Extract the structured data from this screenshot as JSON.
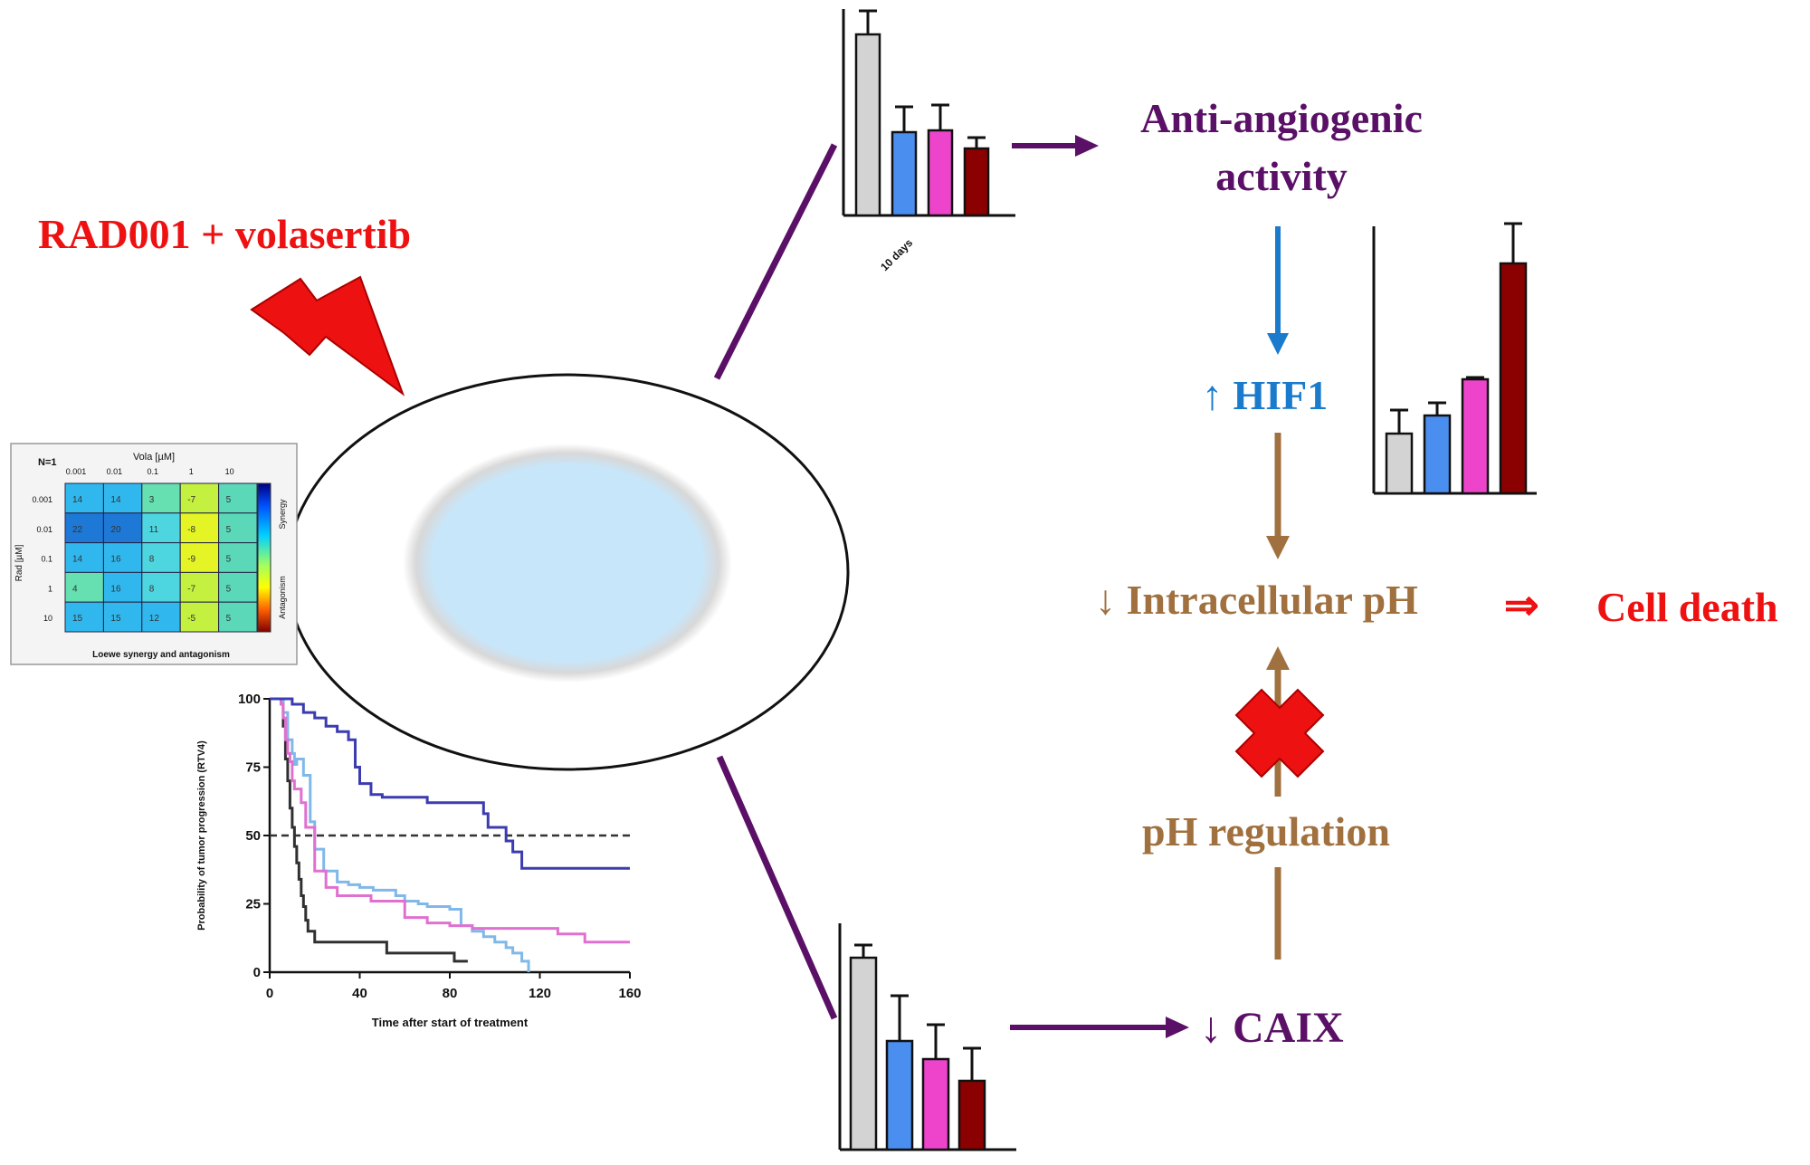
{
  "labels": {
    "treatment": "RAD001 + volasertib",
    "anti_line1": "Anti-angiogenic",
    "anti_line2": "activity",
    "hif": "↑ HIF1",
    "intracellular": "↓ Intracellular pH",
    "implies": "⇒",
    "cell_death": "Cell death",
    "ph_regulation": "pH regulation",
    "caix": "↓ CAIX"
  },
  "colors": {
    "red": "#ee1111",
    "purple": "#5a1066",
    "blue": "#1a7acc",
    "brown": "#a0703e",
    "bar_gray": "#d3d3d3",
    "bar_blue": "#4a8ff0",
    "bar_pink": "#ee44cc",
    "bar_darkred": "#8b0000"
  },
  "icons": {
    "lightning": "lightning-bolt-icon",
    "cross": "red-cross-icon"
  },
  "top_bars": {
    "values": [
      100,
      46,
      47,
      37
    ],
    "errors": [
      13,
      14,
      14,
      6
    ],
    "tick_label": "10 days"
  },
  "hif_bars": {
    "values": [
      33,
      43,
      63,
      127
    ],
    "errors": [
      13,
      7,
      1,
      22
    ]
  },
  "caix_bars": {
    "values": [
      106,
      60,
      50,
      38
    ],
    "errors": [
      7,
      25,
      19,
      18
    ]
  },
  "heatmap": {
    "n_label": "N=1",
    "x_title": "Vola [µM]",
    "x_ticks": [
      "0.001",
      "0.01",
      "0.1",
      "1",
      "10"
    ],
    "y_title": "Rad [µM]",
    "y_ticks": [
      "0.001",
      "0.01",
      "0.1",
      "1",
      "10"
    ],
    "values": [
      [
        14,
        14,
        3,
        -7,
        5
      ],
      [
        22,
        20,
        11,
        -8,
        5
      ],
      [
        14,
        16,
        8,
        -9,
        5
      ],
      [
        4,
        16,
        8,
        -7,
        5
      ],
      [
        15,
        15,
        12,
        -5,
        5
      ]
    ],
    "legend_top": "Synergy",
    "legend_bottom": "Antagonism",
    "caption": "Loewe synergy and antagonism"
  },
  "chart_data": {
    "type": "line",
    "title": "",
    "xlabel": "Time after start of treatment",
    "ylabel": "Probability of tumor progression (RTV4)",
    "xlim": [
      0,
      160
    ],
    "ylim": [
      0,
      100
    ],
    "x_ticks": [
      0,
      40,
      80,
      120,
      160
    ],
    "y_ticks": [
      0,
      25,
      50,
      75,
      100
    ],
    "reference_line_y": 50,
    "series": [
      {
        "color": "#303030",
        "x": [
          0,
          5,
          6,
          7,
          8,
          9,
          10,
          11,
          12,
          13,
          14,
          15,
          16,
          17,
          20,
          25,
          30,
          40,
          48,
          52,
          65,
          70,
          78,
          82,
          85,
          88
        ],
        "y": [
          100,
          100,
          90,
          78,
          70,
          60,
          53,
          46,
          40,
          34,
          28,
          24,
          19,
          15,
          11,
          11,
          11,
          11,
          11,
          7,
          7,
          7,
          7,
          4,
          4,
          4
        ]
      },
      {
        "color": "#80b8e8",
        "x": [
          0,
          4,
          6,
          8,
          10,
          11,
          12,
          15,
          18,
          20,
          24,
          30,
          35,
          40,
          46,
          50,
          56,
          60,
          66,
          70,
          80,
          85,
          90,
          95,
          100,
          105,
          108,
          112,
          115
        ],
        "y": [
          100,
          100,
          95,
          85,
          80,
          76,
          78,
          72,
          55,
          45,
          37,
          33,
          32,
          31,
          30,
          30,
          28,
          26,
          25,
          24,
          23,
          17,
          15,
          13,
          11,
          9,
          7,
          4,
          0
        ]
      },
      {
        "color": "#e070d0",
        "x": [
          0,
          3,
          5,
          6,
          7,
          8,
          9,
          10,
          11,
          14,
          16,
          20,
          25,
          30,
          40,
          45,
          60,
          70,
          80,
          90,
          100,
          120,
          128,
          140,
          150,
          160
        ],
        "y": [
          100,
          100,
          98,
          93,
          85,
          80,
          77,
          70,
          67,
          62,
          53,
          37,
          31,
          28,
          28,
          26,
          20,
          18,
          17,
          16,
          16,
          16,
          14,
          11,
          11,
          11
        ]
      },
      {
        "color": "#3c3cb0",
        "x": [
          0,
          5,
          10,
          15,
          20,
          25,
          30,
          35,
          38,
          40,
          45,
          50,
          55,
          60,
          65,
          70,
          75,
          80,
          85,
          90,
          95,
          97,
          100,
          103,
          105,
          108,
          112,
          120,
          130,
          140,
          150,
          160
        ],
        "y": [
          100,
          100,
          98,
          95,
          93,
          90,
          88,
          85,
          75,
          69,
          65,
          64,
          64,
          64,
          64,
          62,
          62,
          62,
          62,
          62,
          58,
          53,
          53,
          53,
          48,
          44,
          38,
          38,
          38,
          38,
          38,
          38
        ]
      }
    ]
  }
}
